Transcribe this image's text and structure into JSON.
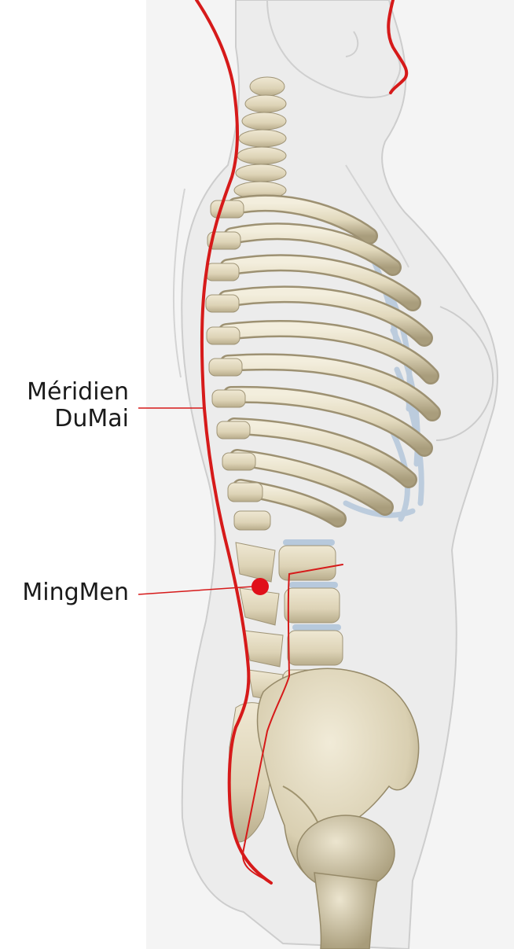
{
  "labels": {
    "meridian_line1": "Méridien",
    "meridian_line2": "DuMai",
    "point": "MingMen"
  },
  "colors": {
    "meridian": "#d61a1a",
    "point": "#e0101a",
    "bone": "#e4dcc4",
    "bone_shadow": "#b9ad8c",
    "cartilage": "#b7c9dc",
    "body_silhouette": "#ececec",
    "body_outline": "#c9c9c9",
    "background_panel": "#f3f3f3"
  },
  "icons": {
    "acupoint": "red-dot-icon"
  }
}
